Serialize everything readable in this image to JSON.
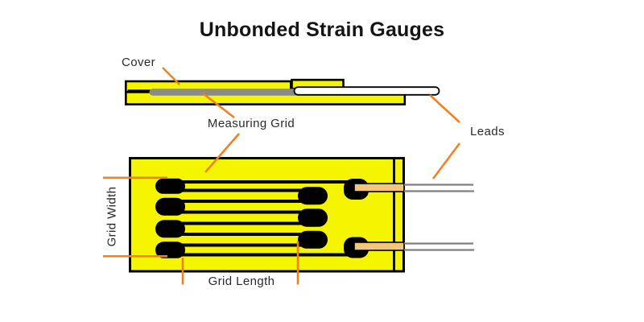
{
  "title": "Unbonded Strain Gauges",
  "labels": {
    "cover": "Cover",
    "measuring_grid": "Measuring Grid",
    "leads": "Leads",
    "grid_width": "Grid Width",
    "grid_length": "Grid Length"
  },
  "colors": {
    "gauge_yellow": "#F5F500",
    "leader_orange": "#F08122",
    "grid_black": "#000000",
    "solder_tab_tan": "#F2C67B",
    "measuring_grid_gray": "#8A8A8A",
    "wire_gray": "#7F7F7F",
    "lead_white": "#FFFFFF",
    "text_dark": "#141414"
  }
}
